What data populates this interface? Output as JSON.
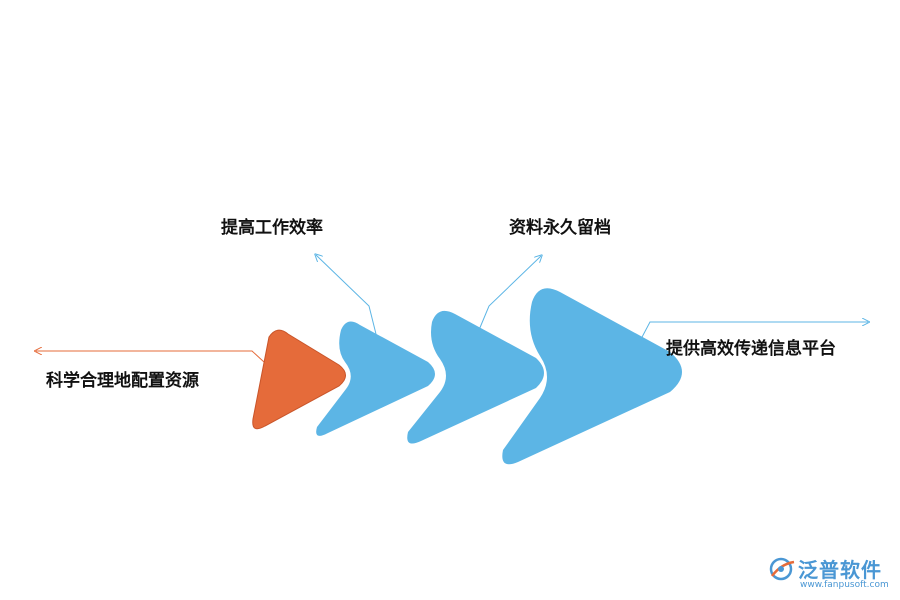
{
  "diagram": {
    "labels": {
      "left": "科学合理地配置资源",
      "top1": "提高工作效率",
      "top2": "资料永久留档",
      "right": "提供高效传递信息平台"
    },
    "colors": {
      "orange": "#e56b3a",
      "blue": "#5cb5e5",
      "orange_line": "#e56b3a",
      "blue_line": "#5cb5e5"
    }
  },
  "watermark": {
    "name": "泛普软件",
    "url": "www.fanpusoft.com",
    "icon": "fanpu-logo-icon"
  }
}
